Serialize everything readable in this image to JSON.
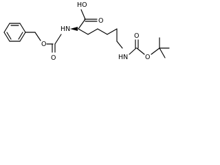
{
  "molecule": {
    "atoms": {
      "hydroxyl": "HO",
      "carboxyl_oxygen": "O",
      "amino_nh": "HN",
      "carbamate_ester_oxygen": "O",
      "carbamate_carbonyl_oxygen": "O",
      "side_chain_nh": "HN",
      "boc_carbonyl_oxygen": "O",
      "boc_ester_oxygen": "O"
    }
  }
}
